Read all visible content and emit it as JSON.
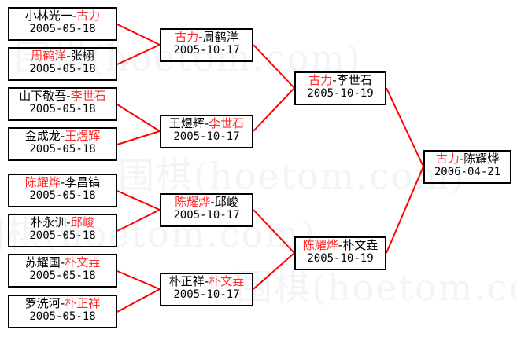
{
  "watermark": {
    "line_a": "围棋(hoetom.com)",
    "line_b": "围棋(hoetom.com)",
    "line_c": "围棋(hoetom.com)",
    "line_d": "围棋(hoetom.com)"
  },
  "colors": {
    "winner": "#ff2a2a",
    "loser": "#000000",
    "box_border": "#000000",
    "connector": "#ff0000",
    "background": "#ffffff",
    "watermark": "#f2f4f7"
  },
  "bracket": {
    "rounds": [
      {
        "name": "round-1",
        "matches": [
          {
            "left": "小林光一",
            "right": "古力",
            "sep": "-",
            "winner": "right",
            "date": "2005-05-18"
          },
          {
            "left": "周鹤洋",
            "right": "张栩",
            "sep": "-",
            "winner": "left",
            "date": "2005-05-18"
          },
          {
            "left": "山下敬吾",
            "right": "李世石",
            "sep": "-",
            "winner": "right",
            "date": "2005-05-18"
          },
          {
            "left": "金成龙",
            "right": "王煜辉",
            "sep": "-",
            "winner": "right",
            "date": "2005-05-18"
          },
          {
            "left": "陈耀烨",
            "right": "李昌镐",
            "sep": "-",
            "winner": "left",
            "date": "2005-05-18"
          },
          {
            "left": "朴永训",
            "right": "邱峻",
            "sep": "-",
            "winner": "right",
            "date": "2005-05-18"
          },
          {
            "left": "苏耀国",
            "right": "朴文垚",
            "sep": "-",
            "winner": "right",
            "date": "2005-05-18"
          },
          {
            "left": "罗洗河",
            "right": "朴正祥",
            "sep": "-",
            "winner": "right",
            "date": "2005-05-18"
          }
        ]
      },
      {
        "name": "round-2",
        "matches": [
          {
            "left": "古力",
            "right": "周鹤洋",
            "sep": "-",
            "winner": "left",
            "date": "2005-10-17"
          },
          {
            "left": "王煜辉",
            "right": "李世石",
            "sep": "-",
            "winner": "right",
            "date": "2005-10-17"
          },
          {
            "left": "陈耀烨",
            "right": "邱峻",
            "sep": "-",
            "winner": "left",
            "date": "2005-10-17"
          },
          {
            "left": "朴正祥",
            "right": "朴文垚",
            "sep": "-",
            "winner": "right",
            "date": "2005-10-17"
          }
        ]
      },
      {
        "name": "semifinal",
        "matches": [
          {
            "left": "古力",
            "right": "李世石",
            "sep": "-",
            "winner": "left",
            "date": "2005-10-19"
          },
          {
            "left": "陈耀烨",
            "right": "朴文垚",
            "sep": "-",
            "winner": "left",
            "date": "2005-10-19"
          }
        ]
      },
      {
        "name": "final",
        "matches": [
          {
            "left": "古力",
            "right": "陈耀烨",
            "sep": "-",
            "winner": "left",
            "date": "2006-04-21"
          }
        ]
      }
    ]
  }
}
